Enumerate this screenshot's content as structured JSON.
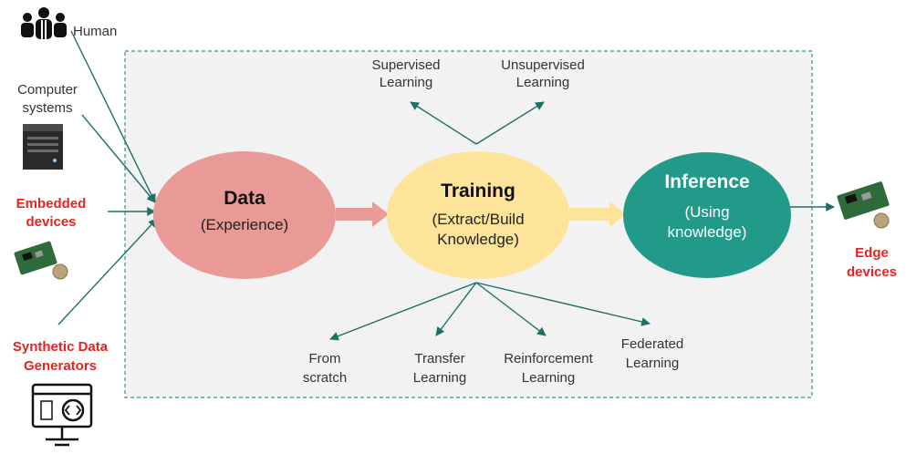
{
  "sources": {
    "human": "Human",
    "computer_line1": "Computer",
    "computer_line2": "systems",
    "embedded_line1": "Embedded",
    "embedded_line2": "devices",
    "synthetic_line1": "Synthetic Data",
    "synthetic_line2": "Generators"
  },
  "nodes": {
    "data": {
      "title": "Data",
      "sub": "(Experience)"
    },
    "training": {
      "title": "Training",
      "sub1": "(Extract/Build",
      "sub2": "Knowledge)"
    },
    "inference": {
      "title": "Inference",
      "sub1": "(Using",
      "sub2": "knowledge)"
    }
  },
  "top_branches": {
    "supervised_1": "Supervised",
    "supervised_2": "Learning",
    "unsupervised_1": "Unsupervised",
    "unsupervised_2": "Learning"
  },
  "bottom_branches": {
    "scratch_1": "From",
    "scratch_2": "scratch",
    "transfer_1": "Transfer",
    "transfer_2": "Learning",
    "reinforcement_1": "Reinforcement",
    "reinforcement_2": "Learning",
    "federated_1": "Federated",
    "federated_2": "Learning"
  },
  "output": {
    "line1": "Edge",
    "line2": "devices"
  },
  "colors": {
    "data": "#ea9a96",
    "training": "#fde49a",
    "inference": "#229a8a",
    "arrow": "#1f6f66",
    "red_label": "#e8231f"
  }
}
